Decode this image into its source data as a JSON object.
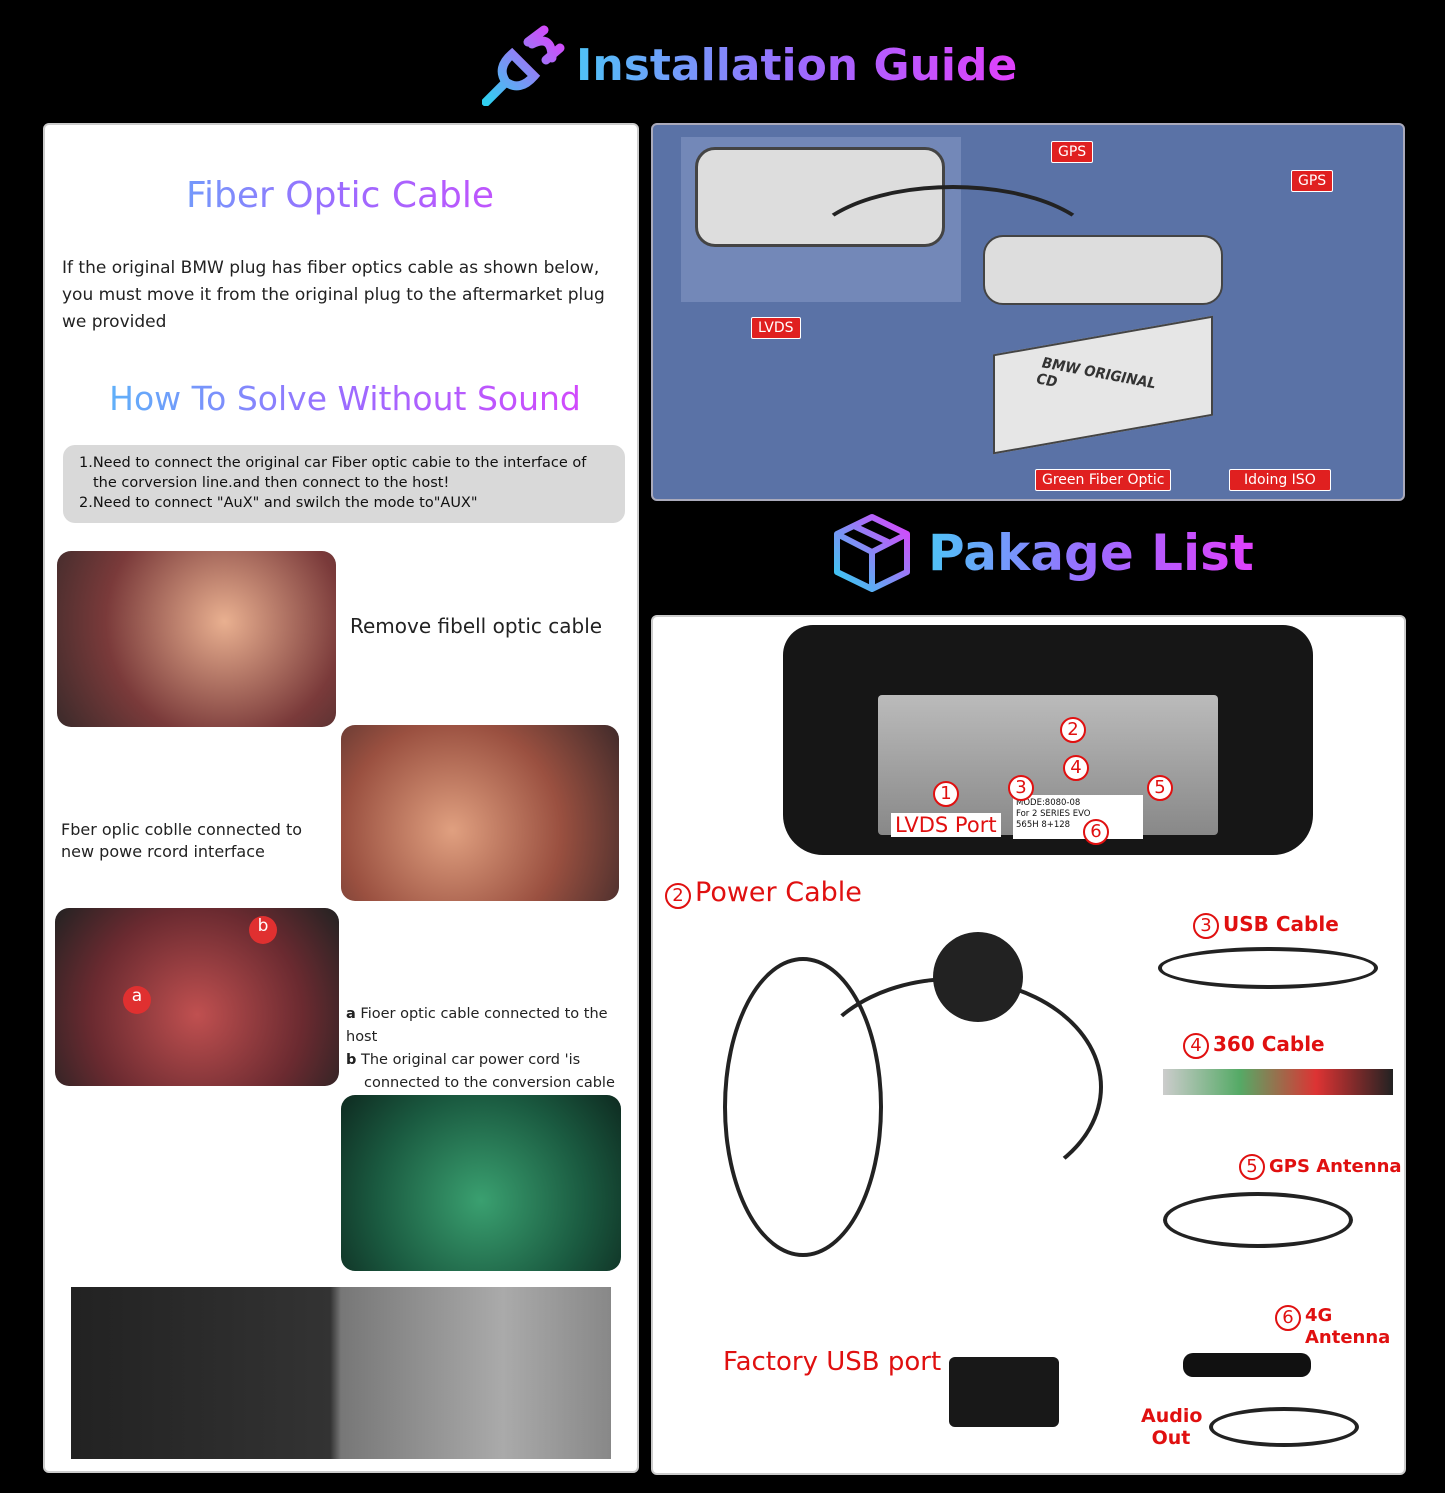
{
  "header": {
    "title": "Installation Guide",
    "icon": "plug-icon"
  },
  "left": {
    "fiber_title": "Fiber Optic Cable",
    "fiber_text": "If the original BMW plug has fiber optics cable as shown below, you must move it from the original plug to the aftermarket plug we provided",
    "sound_title": "How To Solve Without Sound",
    "sound_steps": [
      "1.Need to connect the original car Fiber optic cabie to the interface of the corversion line.and then connect to the host!",
      "2.Need to connect \"AuX\" and swilch the mode to\"AUX\""
    ],
    "step1": "Remove fibell optic cable",
    "step2": "Fber oplic coblle connected to new powe rcord interface",
    "note_a_mark": "a",
    "note_a": "Fioer optic cable connected to the host",
    "note_b_mark": "b",
    "note_b": "The original car power cord 'is connected to the conversion cable",
    "photo_a": "a",
    "photo_b": "b"
  },
  "diagram": {
    "labels": {
      "gps1": "GPS",
      "gps2": "GPS",
      "lvds": "LVDS",
      "green": "Green Fiber Optic",
      "iso": "Idoing ISO"
    },
    "unit_text": "BMW ORIGINAL CD"
  },
  "package": {
    "title": "Pakage List",
    "icon": "box-icon",
    "unit": {
      "lvds": "LVDS Port",
      "model": "MODE:8080-08",
      "series": "For 2 SERIES EVO",
      "spec": "565H 8+128",
      "nums": [
        "1",
        "2",
        "3",
        "4",
        "5",
        "6"
      ]
    },
    "items": [
      {
        "num": "2",
        "label": "Power Cable"
      },
      {
        "num": "3",
        "label": "USB Cable"
      },
      {
        "num": "4",
        "label": "360 Cable"
      },
      {
        "num": "5",
        "label": "GPS Antenna"
      },
      {
        "num": "6",
        "label": "4G Antenna"
      }
    ],
    "factory_usb": "Factory USB port",
    "audio_out": "Audio Out"
  }
}
